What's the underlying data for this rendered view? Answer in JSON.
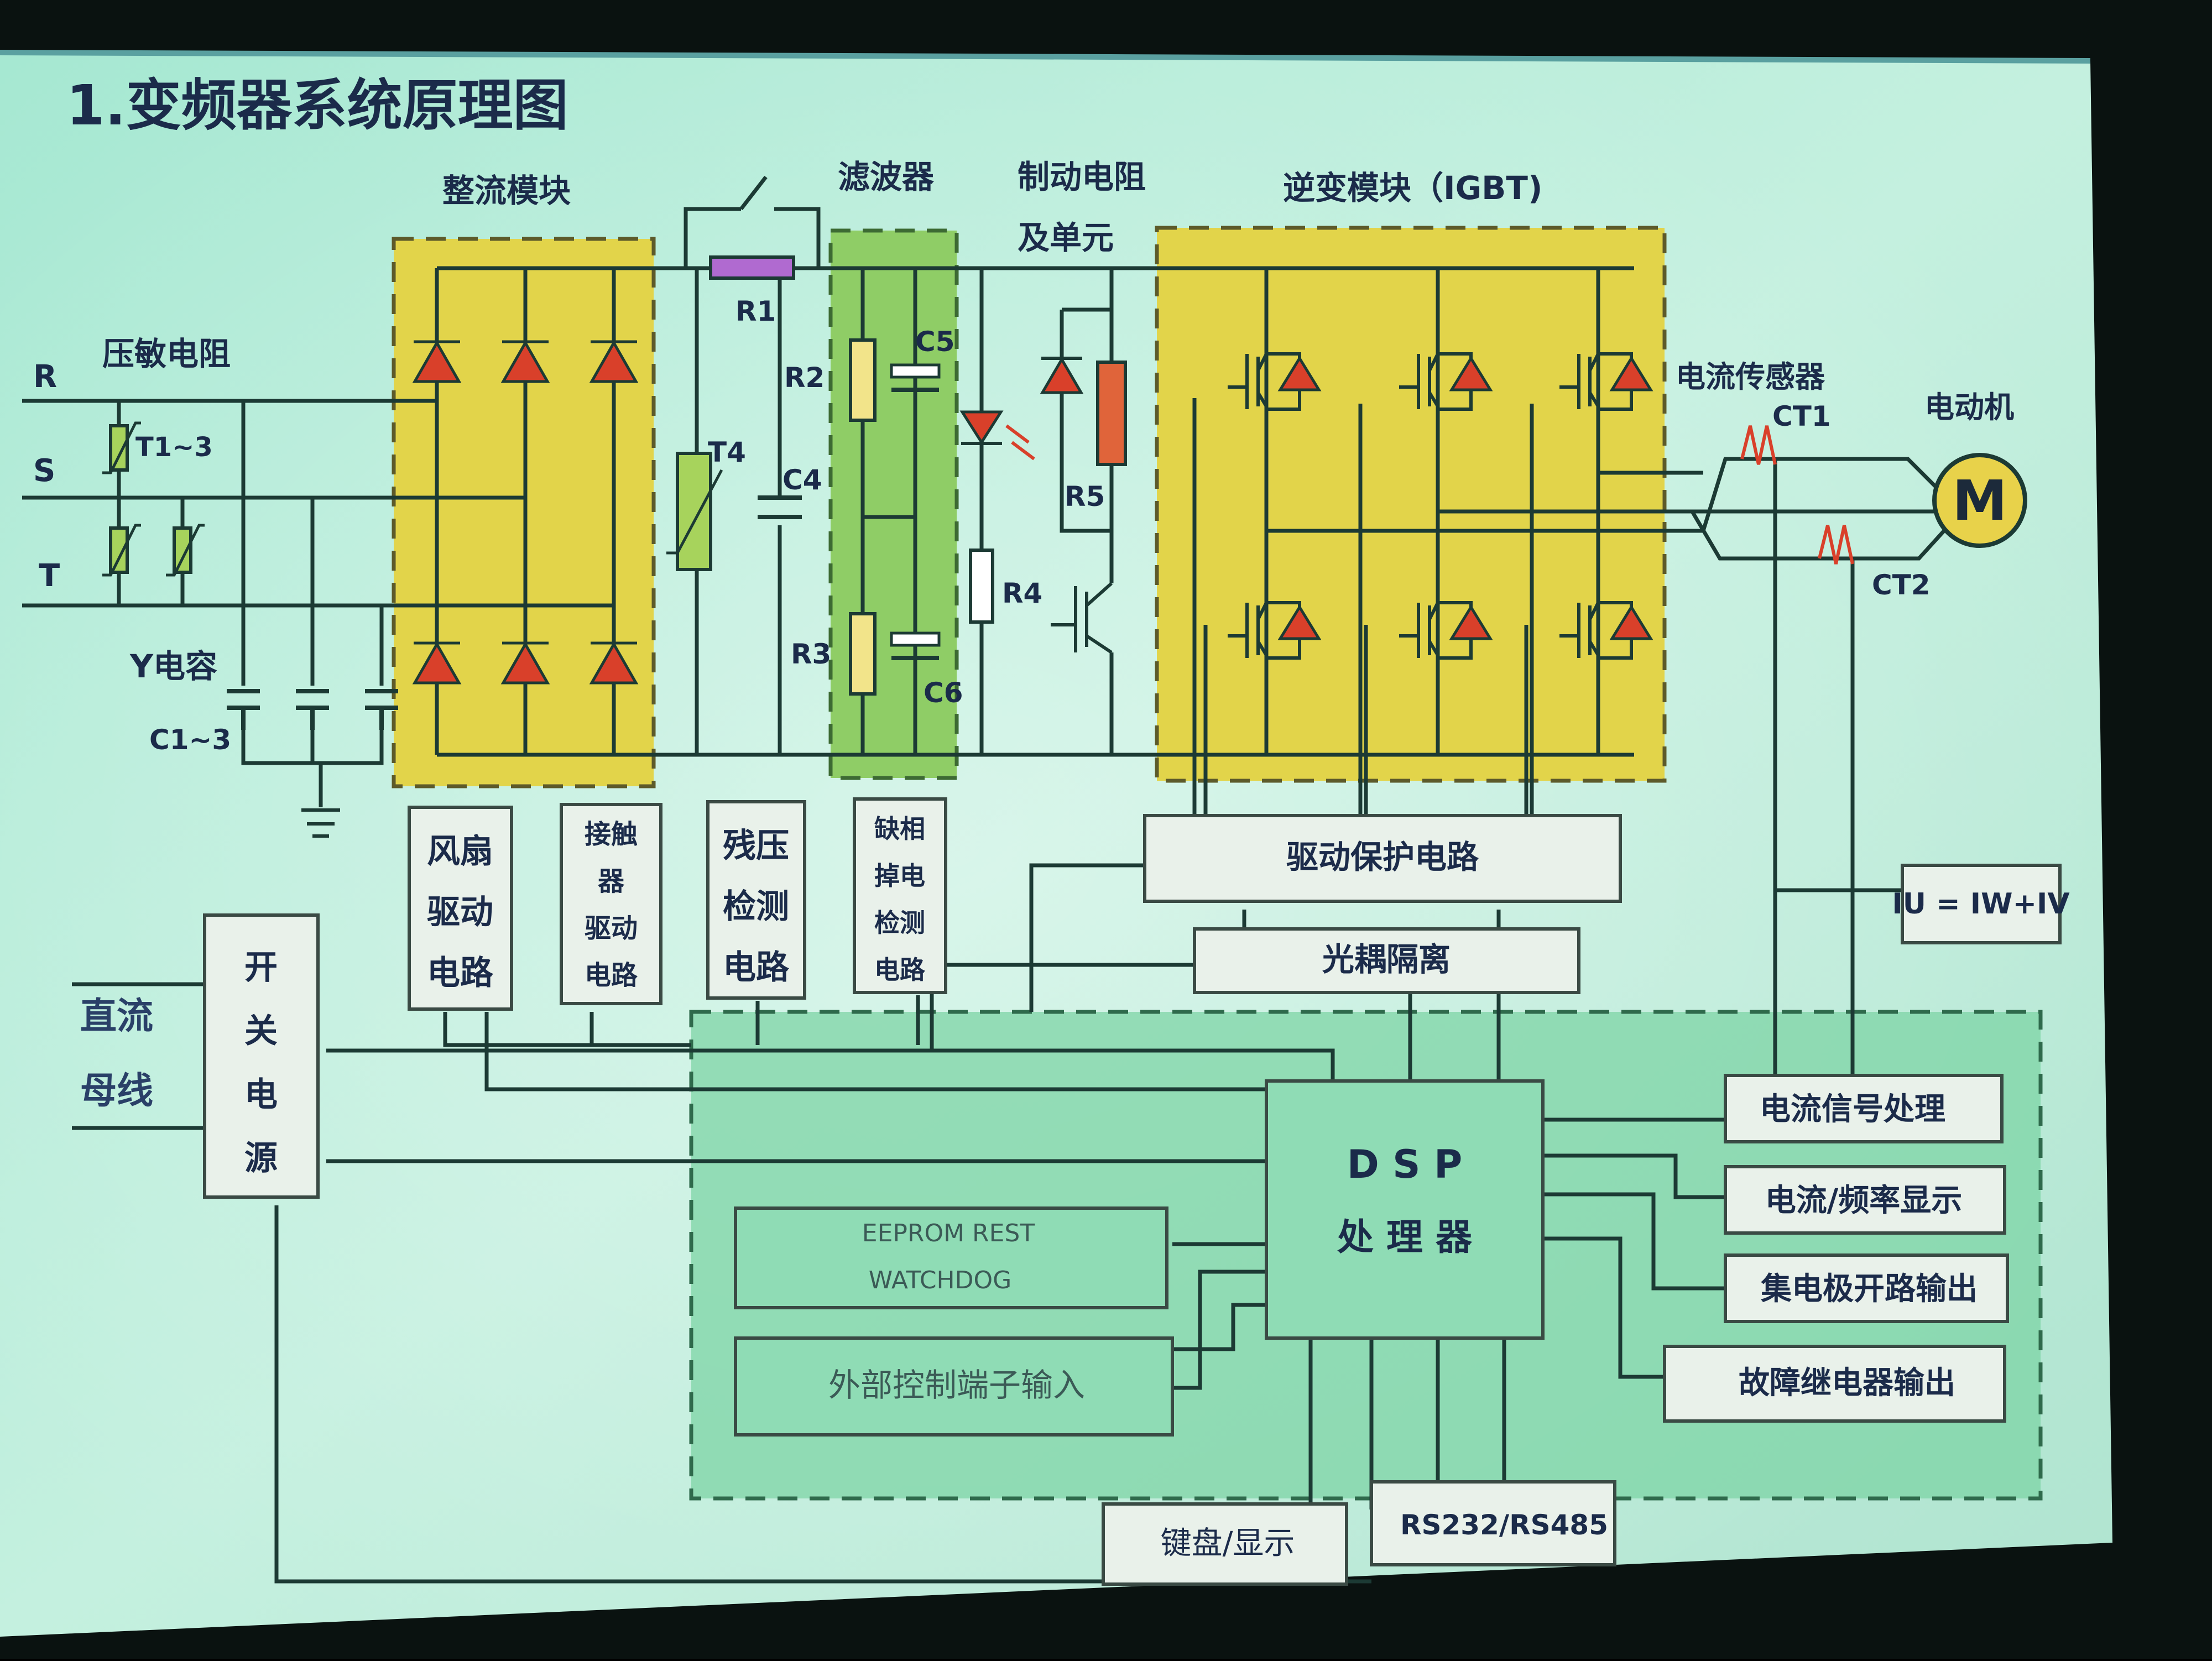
{
  "title": "1.变频器系统原理图",
  "colors": {
    "screen": "#b9ecd9",
    "line": "#1c3a34",
    "yellow_box": "#e5d84c",
    "green_box": "#93d06a",
    "dsp_area": "#7fd8aa",
    "block": "#e9f1ea",
    "diode": "#d9402a"
  },
  "sections": {
    "rectifier": "整流模块",
    "filter": "滤波器",
    "brake_line1": "制动电阻",
    "brake_line2": "及单元",
    "inverter": "逆变模块（IGBT)",
    "current_sensor": "电流传感器",
    "motor": "电动机"
  },
  "labels": {
    "phase_r": "R",
    "phase_s": "S",
    "phase_t": "T",
    "varistor": "压敏电阻",
    "t1_3": "T1~3",
    "y_cap": "Y电容",
    "c1_3": "C1~3",
    "r1": "R1",
    "t4": "T4",
    "r2": "R2",
    "c5": "C5",
    "c4": "C4",
    "r3": "R3",
    "c6": "C6",
    "r4": "R4",
    "r5": "R5",
    "ct1": "CT1",
    "ct2": "CT2",
    "motor_symbol": "M",
    "current_formula": "IU = IW+IV",
    "dc_bus_line1": "直流",
    "dc_bus_line2": "母线"
  },
  "blocks": {
    "fan_driver": [
      "风扇",
      "驱动",
      "电路"
    ],
    "contactor_driver": [
      "接触",
      "器",
      "驱动",
      "电路"
    ],
    "residual_voltage": [
      "残压",
      "检测",
      "电路"
    ],
    "phase_loss": [
      "缺相",
      "掉电",
      "检测",
      "电路"
    ],
    "switching_power": [
      "开",
      "关",
      "电",
      "源"
    ],
    "drive_protection": "驱动保护电路",
    "optocoupler": "光耦隔离",
    "dsp_line1": "D S P",
    "dsp_line2": "处 理 器",
    "eeprom_line1": "EEPROM  REST",
    "eeprom_line2": "WATCHDOG",
    "external_input": "外部控制端子输入",
    "current_signal": "电流信号处理",
    "current_freq_display": "电流/频率显示",
    "collector_output": "集电极开路输出",
    "fault_relay": "故障继电器输出",
    "keyboard": "键盘/显示",
    "rs232": "RS232/RS485"
  }
}
